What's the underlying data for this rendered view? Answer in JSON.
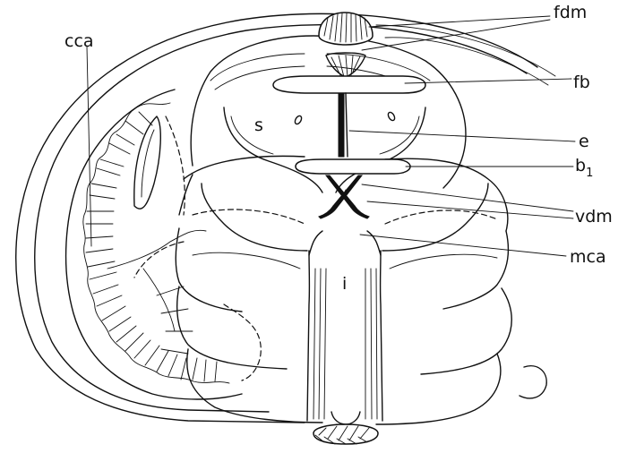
{
  "labels": {
    "cca": "cca",
    "fdm": "fdm",
    "fb": "fb",
    "s": "s",
    "e": "e",
    "b1": "b",
    "b1_sub": "1",
    "vdm": "vdm",
    "mca": "mca",
    "i": "i"
  },
  "colors": {
    "ink": "#111111",
    "paper": "#ffffff"
  }
}
